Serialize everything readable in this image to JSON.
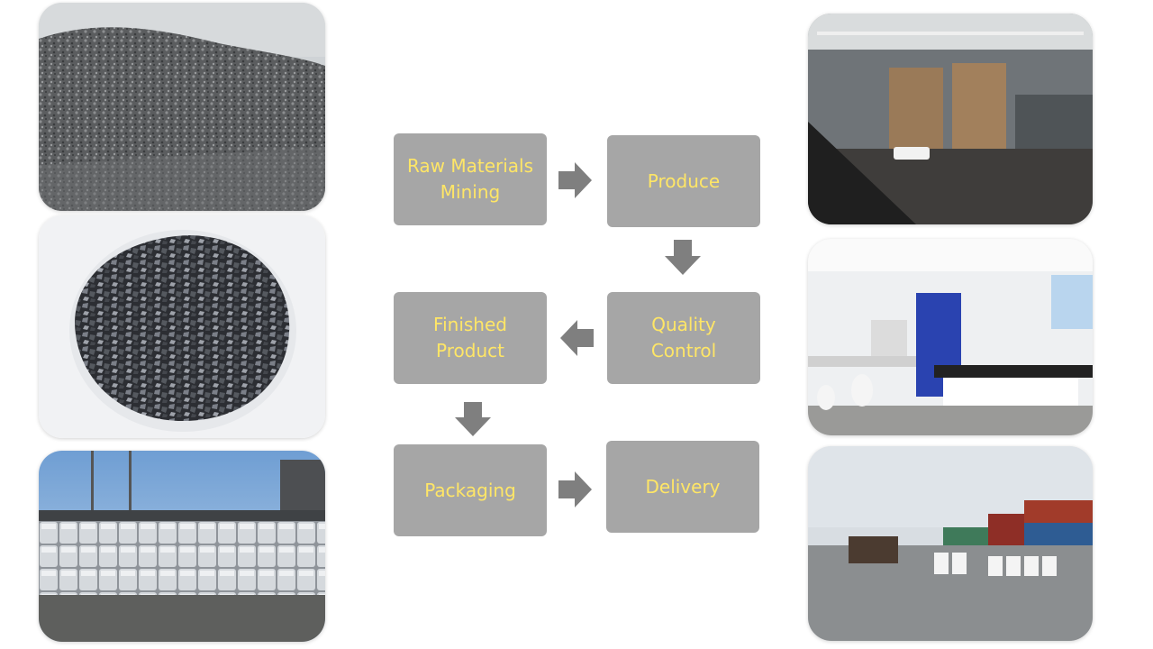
{
  "theme": {
    "box_fill": "#a6a6a6",
    "box_text": "#ffe666",
    "arrow_fill": "#7f7f7f"
  },
  "flow": {
    "raw_materials": "Raw Materials\nMining",
    "produce": "Produce",
    "quality_control": "Quality\nControl",
    "finished_product": "Finished\nProduct",
    "packaging": "Packaging",
    "delivery": "Delivery"
  }
}
